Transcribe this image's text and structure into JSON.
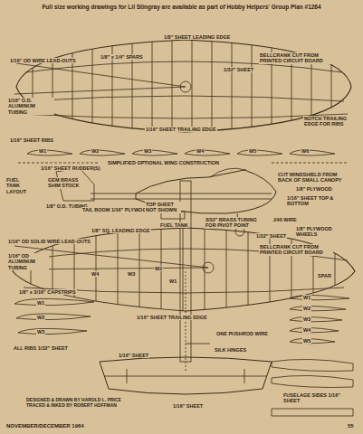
{
  "diagram": {
    "title": "Full size working drawings for Lil Stingray are available as part of Hobby Helpers' Group Plan #1264",
    "labels": [
      "1/8\" SHEET LEADING EDGE",
      "1/8\" x 1/4\" SPARS",
      "BELLCRANK CUT FROM PRINTED CIRCUIT BOARD",
      "1/32\" SHEET",
      "1/16\" OD WIRE LEAD-OUTS",
      "1/16\" O.D. ALUMINUM TUBING",
      "NOTCH TRAILING EDGE FOR RIBS",
      "1/16\" SHEET TRAILING EDGE",
      "1/16\" SHEET RIBS",
      "W1",
      "W2",
      "W3",
      "W4",
      "W5",
      "W6",
      "SIMPLIFIED OPTIONAL WING CONSTRUCTION",
      "1/16\" SHEET RUDDER(S)",
      "GEM BRASS SHIM STOCK",
      "1/8\" O.D. TUBING",
      "FUEL TANK LAYOUT",
      "TAIL BOOM 1/16\" PLYWOOD",
      "CUT WINDSHIELD FROM BACK OF SMALL CANOPY",
      "1/8\" PLYWOOD",
      "1/16\" SHEET TOP & BOTTOM",
      "TOP SHEET NOT SHOWN",
      "3/32\" BRASS TUBING FOR PIVOT POINT",
      ".040 WIRE",
      "1/8\" PLYWOOD WHEELS",
      "FUEL TANK",
      "1/8\" SQ. LEADING EDGE",
      "1/32\" SHEET",
      "1/16\" OD SOLID WIRE LEAD-OUTS",
      "1/16\" OD ALUMINUM TUBING",
      "BELLCRANK CUT FROM PRINTED CIRCUIT BOARD",
      "SPAR",
      "W4",
      "W3",
      "W2",
      "W1",
      "1/8\" x 3/16\" CAPSTRIPS",
      "1/16\" SHEET TRAILING EDGE",
      "W1",
      "W2",
      "W3",
      "ALL RIBS 1/32\" SHEET",
      "W1",
      "W2",
      "W3",
      "W4",
      "W5",
      "ONE PUSHROD WIRE",
      "SILK HINGES",
      "1/16\" SHEET",
      "DESIGNED & DRAWN BY HAROLD L. PRICE TRACED & INKED BY ROBERT HOFFMAN",
      "1/16\" SHEET",
      "FUSELAGE SIDES 1/16\" SHEET",
      "NOVEMBER/DECEMBER 1964",
      "55"
    ]
  }
}
